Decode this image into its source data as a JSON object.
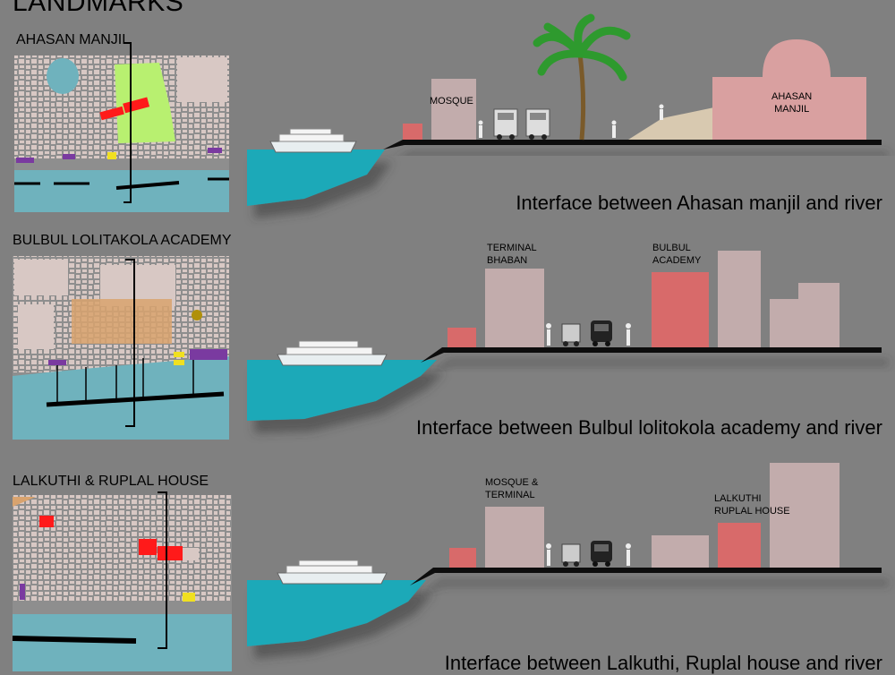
{
  "page_title": "LANDMARKS",
  "sections": [
    {
      "title": "AHASAN MANJIL",
      "caption": "Interface between Ahasan manjil and river",
      "labels": {
        "mosque": "MOSQUE",
        "landmark": "AHASAN\nMANJIL"
      }
    },
    {
      "title": "BULBUL LOLITAKOLA ACADEMY",
      "caption": "Interface between Bulbul lolitokola academy and river",
      "labels": {
        "terminal": "TERMINAL\nBHABAN",
        "landmark": "BULBUL\nACADEMY"
      }
    },
    {
      "title": "LALKUTHI & RUPLAL HOUSE",
      "caption": "Interface between Lalkuthi, Ruplal house and river",
      "labels": {
        "terminal": "MOSQUE &\nTERMINAL",
        "landmark": "LALKUTHI\nRUPLAL HOUSE"
      }
    }
  ],
  "colors": {
    "background": "#808080",
    "river": "#1aa9b8",
    "building": "#c2acac",
    "landmark_pink": "#d9a0a0",
    "landmark_red": "#d86a6a",
    "map_water": "#6fb2bd",
    "map_block": "#d8c8c4",
    "highlight_green": "#b8f070",
    "highlight_orange": "#d9a36e",
    "highlight_red": "#ff1a1a"
  }
}
